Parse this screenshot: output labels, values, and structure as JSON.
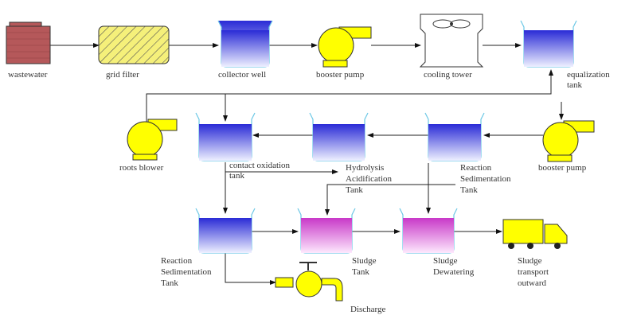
{
  "labels": {
    "wastewater": "wastewater",
    "grid_filter": "grid filter",
    "collector_well": "collector well",
    "booster_pump_top": "booster pump",
    "cooling_tower": "cooling tower",
    "equalization_tank": [
      "equalization",
      "tank"
    ],
    "booster_pump_mid": "booster pump",
    "reaction_sedimentation_mid": [
      "Reaction",
      "Sedimentation",
      "Tank"
    ],
    "hydrolysis_acidification": [
      "Hydrolysis",
      "Acidification",
      "Tank"
    ],
    "contact_oxidation": [
      "contact oxidation",
      "tank"
    ],
    "roots_blower": "roots blower",
    "reaction_sedimentation_bottom": [
      "Reaction",
      "Sedimentation",
      "Tank"
    ],
    "sludge_tank": [
      "Sludge",
      "Tank"
    ],
    "sludge_dewatering": [
      "Sludge",
      "Dewatering"
    ],
    "sludge_transport": [
      "Sludge",
      "transport",
      "outward"
    ],
    "discharge": "Discharge"
  },
  "colors": {
    "wastewater_box": "#b5585a",
    "grid_filter_fill": "#f5f07a",
    "tank_blue_top": "#2a2bd6",
    "tank_blue_bottom": "#e8ecff",
    "tank_pink_top": "#c838c8",
    "tank_pink_bottom": "#fbe6fb",
    "pump_yellow": "#ffff00",
    "truck_yellow": "#ffff00"
  }
}
